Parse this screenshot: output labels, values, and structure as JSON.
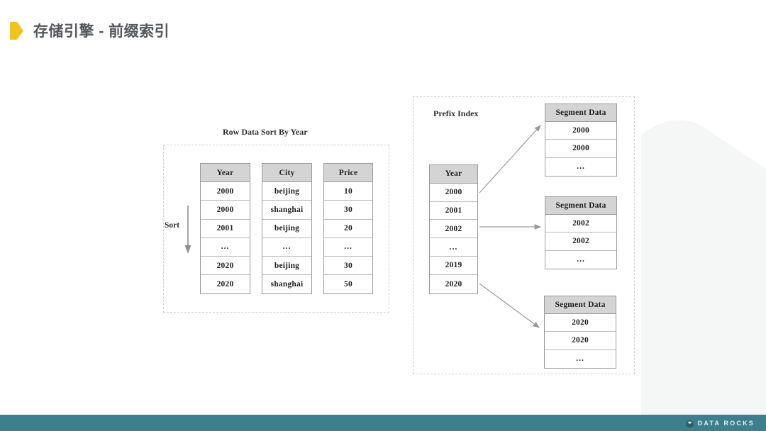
{
  "slide": {
    "title": "存储引擎 - 前缀索引",
    "bullet_color": "#F2C21E",
    "title_color": "#55585c"
  },
  "left_panel": {
    "caption": "Row Data Sort By Year",
    "sort_label": "Sort",
    "columns": [
      {
        "header": "Year",
        "values": [
          "2000",
          "2000",
          "2001",
          "...",
          "2020",
          "2020"
        ]
      },
      {
        "header": "City",
        "values": [
          "beijing",
          "shanghai",
          "beijing",
          "...",
          "beijing",
          "shanghai"
        ]
      },
      {
        "header": "Price",
        "values": [
          "10",
          "30",
          "20",
          "...",
          "30",
          "50"
        ]
      }
    ]
  },
  "right_panel": {
    "caption": "Prefix Index",
    "index_column": {
      "header": "Year",
      "values": [
        "2000",
        "2001",
        "2002",
        "...",
        "2019",
        "2020"
      ]
    },
    "segments": [
      {
        "header": "Segment Data",
        "values": [
          "2000",
          "2000",
          "..."
        ]
      },
      {
        "header": "Segment Data",
        "values": [
          "2002",
          "2002",
          "..."
        ]
      },
      {
        "header": "Segment Data",
        "values": [
          "2020",
          "2020",
          "..."
        ]
      }
    ]
  },
  "footer": {
    "brand": "DATA ROCKS",
    "bar_color": "#3d7f8d",
    "logo_icon": "hexagon-logo-icon"
  },
  "theme": {
    "table_header_fill": "#d4d4d4",
    "table_border": "#9a9a9a",
    "dashed_border": "#cfcfcf",
    "arrow_color": "#9a9a9a",
    "blob_fill": "#f5f6f6"
  }
}
